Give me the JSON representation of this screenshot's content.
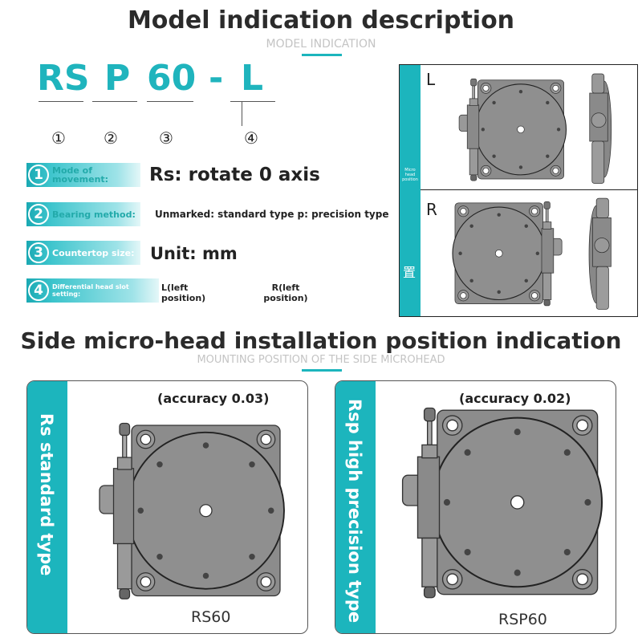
{
  "header": {
    "title": "Model indication description",
    "subtitle": "MODEL INDICATION"
  },
  "model_code": {
    "parts": [
      "RS",
      "P",
      "60",
      "-",
      "L"
    ],
    "numbers": [
      "①",
      "②",
      "③",
      "④"
    ]
  },
  "rows": [
    {
      "num": "1",
      "label": "Mode of movement:",
      "value": "Rs: rotate 0 axis"
    },
    {
      "num": "2",
      "label": "Bearing method:",
      "value": "Unmarked: standard type p: precision type"
    },
    {
      "num": "3",
      "label": "Countertop size:",
      "value": "Unit: mm"
    },
    {
      "num": "4",
      "label": "Differential head slot setting:",
      "value_left": "L(left position)",
      "value_right": "R(left position)"
    }
  ],
  "position_panel": {
    "strip_text": "Micro head position",
    "strip_char": "置",
    "top_label": "L",
    "bottom_label": "R"
  },
  "section2": {
    "title": "Side micro-head installation position indication",
    "subtitle": "MOUNTING POSITION OF THE SIDE MICROHEAD"
  },
  "products": [
    {
      "type": "Rs standard type",
      "accuracy": "(accuracy 0.03)",
      "model": "RS60"
    },
    {
      "type": "Rsp high precision type",
      "accuracy": "(accuracy 0.02)",
      "model": "RSP60"
    }
  ],
  "colors": {
    "accent": "#1cb5bd",
    "code": "#1fb4bd"
  }
}
